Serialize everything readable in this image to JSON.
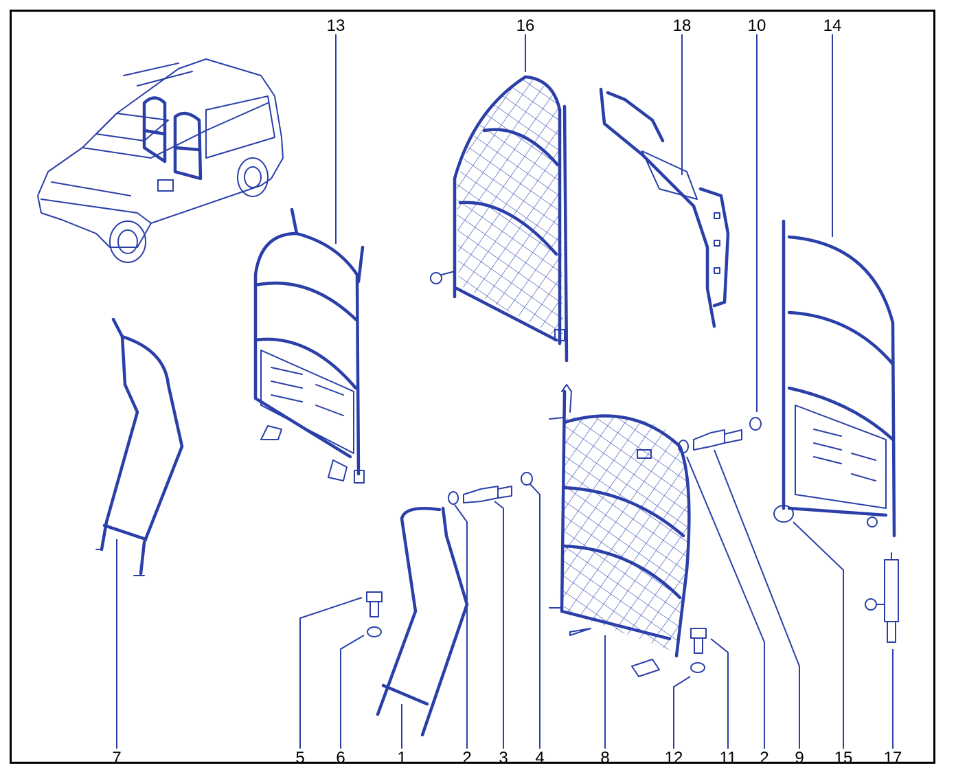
{
  "colors": {
    "line": "#2a3fa8",
    "net": "#3c50b8",
    "fill": "#eef0fb",
    "text": "#000000",
    "border": "#000000"
  },
  "icons": {
    "vehicle": "van-icon",
    "bolt": "bolt-icon",
    "washer": "washer-icon",
    "pin": "locking-pin-icon",
    "foot": "rubber-foot-icon"
  },
  "callouts": {
    "c13": "13",
    "c16": "16",
    "c18": "18",
    "c10t": "10",
    "c14": "14",
    "c7": "7",
    "c5": "5",
    "c6": "6",
    "c1": "1",
    "c2a": "2",
    "c3": "3",
    "c4": "4",
    "c8": "8",
    "c12": "12",
    "c11": "11",
    "c2b": "2",
    "c9": "9",
    "c15": "15",
    "c17": "17"
  }
}
